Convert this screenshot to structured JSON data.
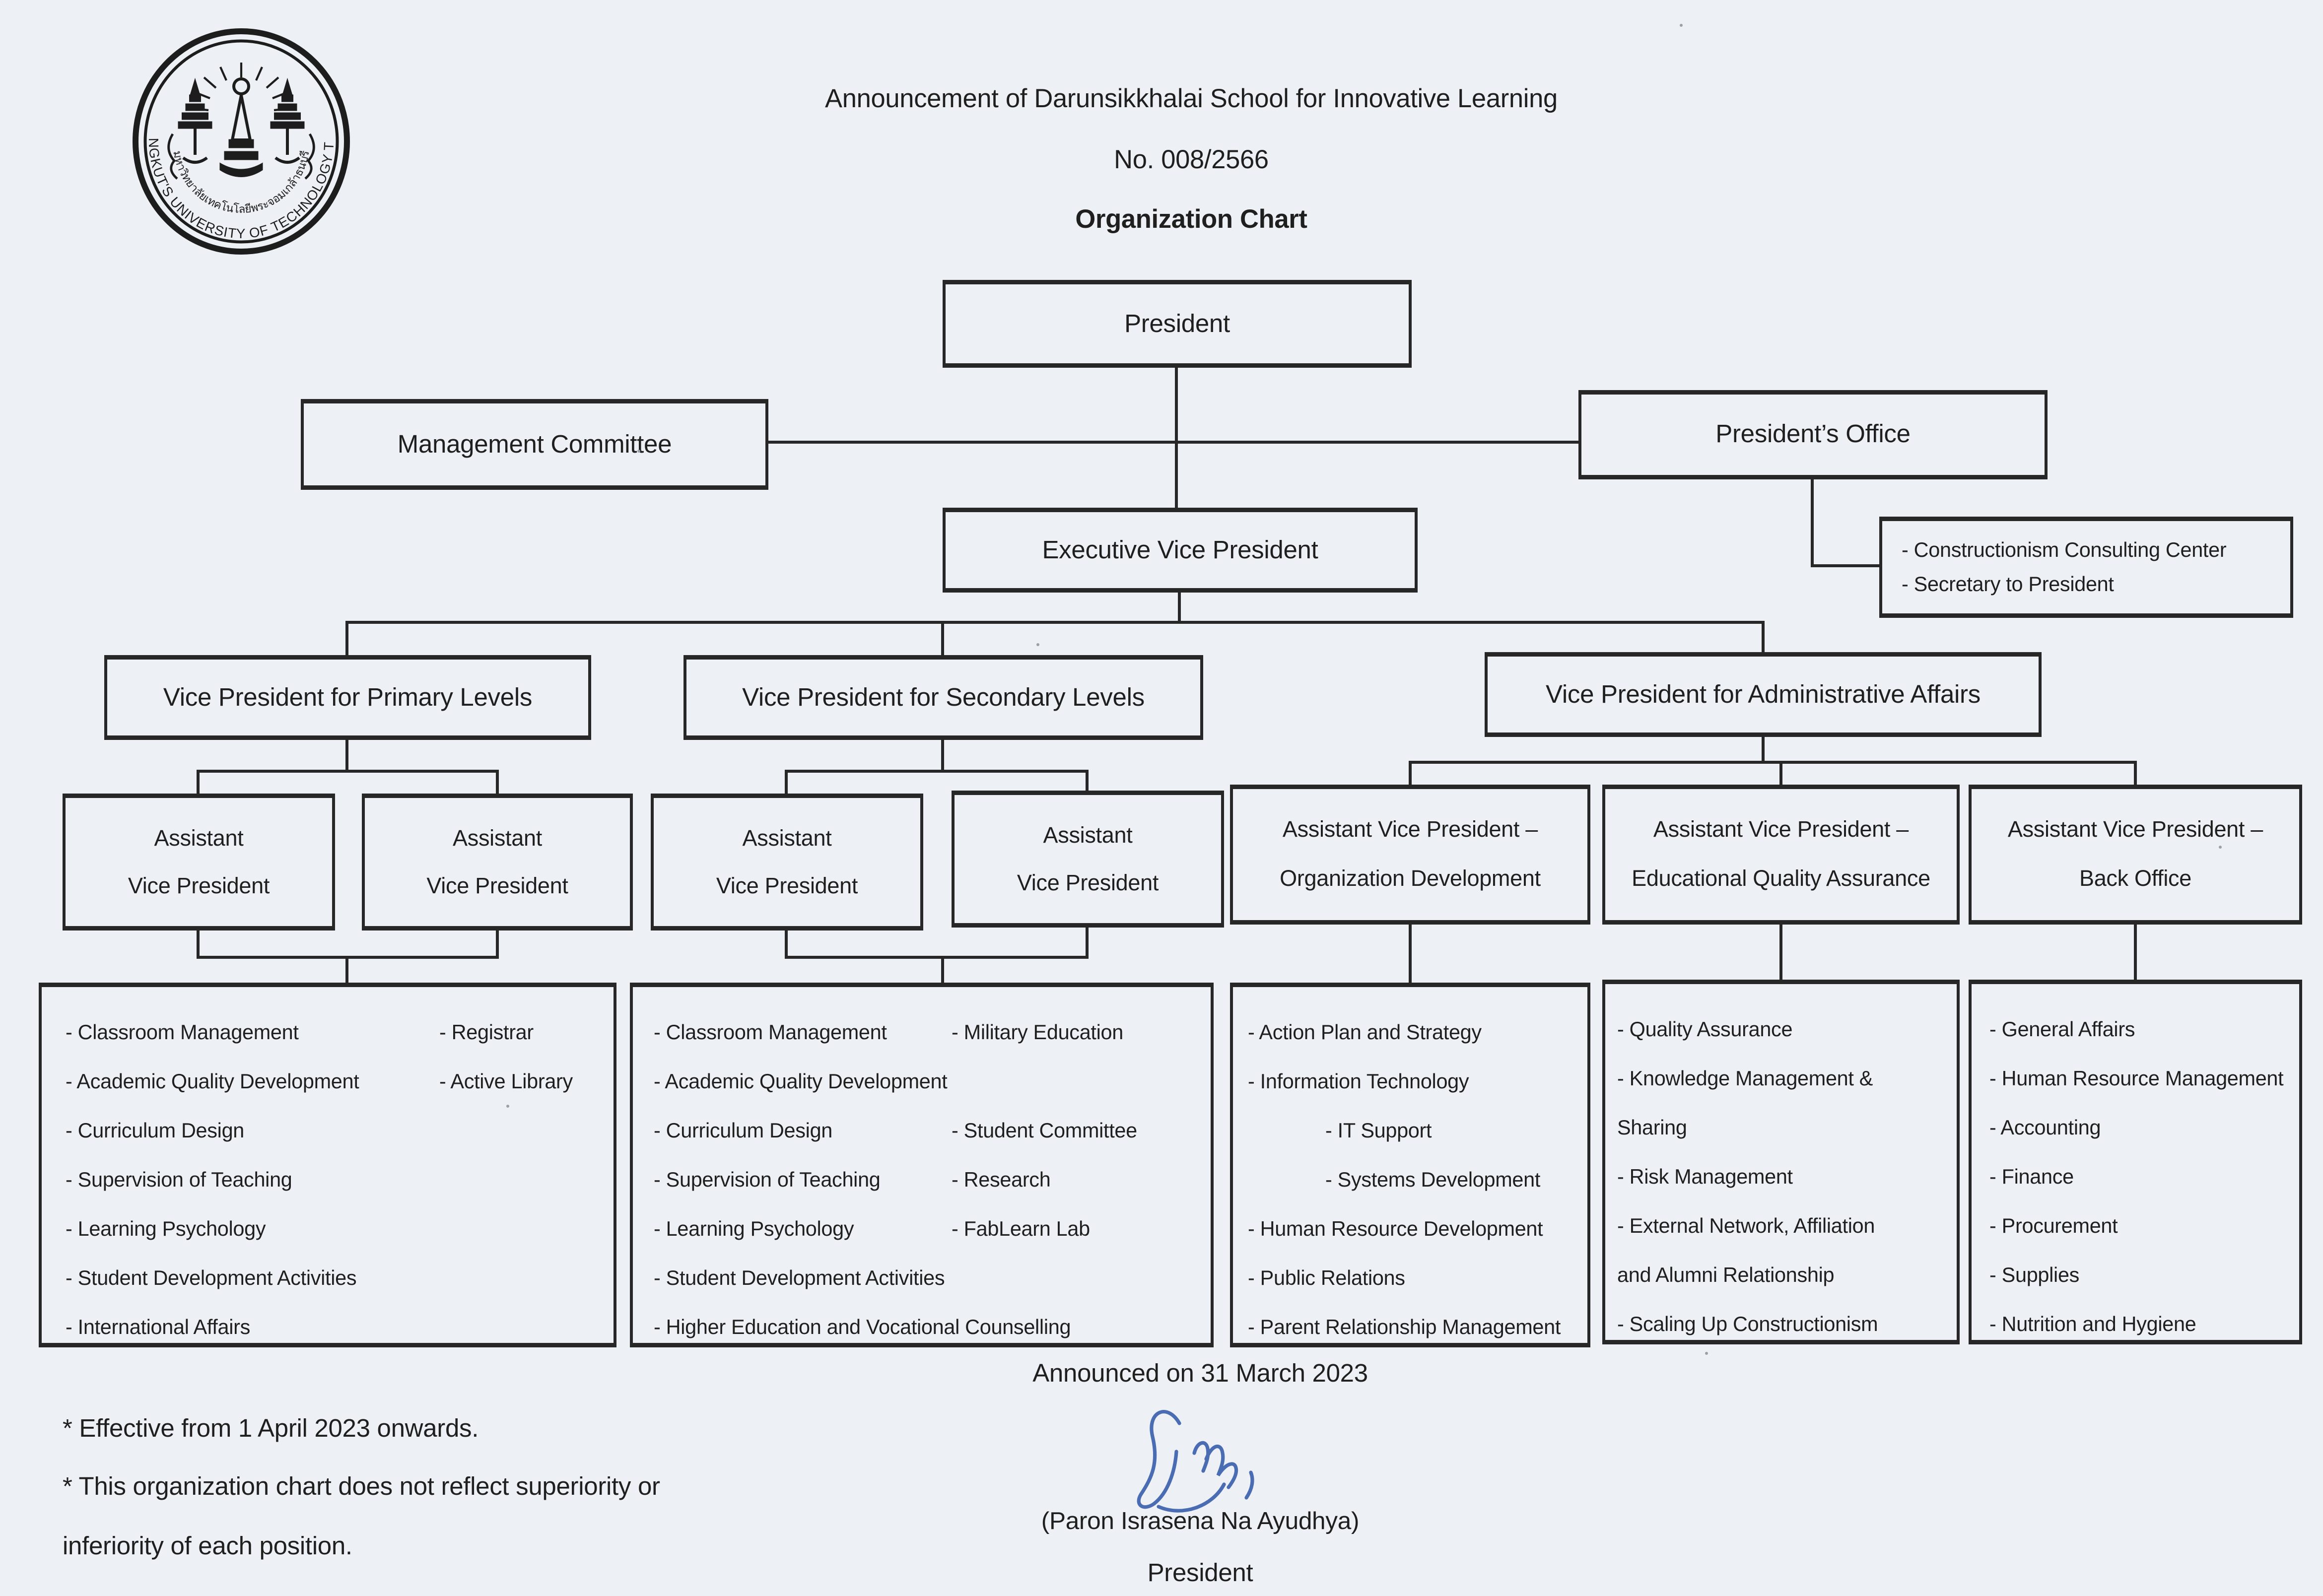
{
  "page": {
    "background": "#edf0f4",
    "ink": "#272727",
    "signature_color": "#4a6cb3"
  },
  "header": {
    "title": "Announcement of Darunsikkhalai School for Innovative Learning",
    "number": "No. 008/2566",
    "subtitle": "Organization Chart"
  },
  "logo": {
    "ring_text_en": "KING MONGKUT'S UNIVERSITY OF TECHNOLOGY THONBURI",
    "ring_text_th": "มหาวิทยาลัยเทคโนโลยีพระจอมเกล้าธนบุรี"
  },
  "boxes": {
    "president": "President",
    "management_committee": "Management Committee",
    "presidents_office": "President’s Office",
    "office_units": {
      "item1": "- Constructionism Consulting Center",
      "item2": "- Secretary to President"
    },
    "evp": "Executive Vice President",
    "vp_primary": "Vice President for Primary Levels",
    "vp_secondary": "Vice President for Secondary Levels",
    "vp_admin": "Vice President for Administrative Affairs",
    "assistant": {
      "line1": "Assistant",
      "line2": "Vice President"
    },
    "avp_org": {
      "line1": "Assistant Vice President –",
      "line2": "Organization Development"
    },
    "avp_eqa": {
      "line1": "Assistant Vice President –",
      "line2": "Educational Quality Assurance"
    },
    "avp_back": {
      "line1": "Assistant Vice President –",
      "line2": "Back Office"
    }
  },
  "lists": {
    "primary": {
      "rows": [
        {
          "left": "- Classroom Management",
          "right": "- Registrar"
        },
        {
          "left": "- Academic Quality Development",
          "right": "- Active Library"
        },
        {
          "left": "- Curriculum Design",
          "right": ""
        },
        {
          "left": "- Supervision of Teaching",
          "right": ""
        },
        {
          "left": "- Learning Psychology",
          "right": ""
        },
        {
          "left": "- Student Development Activities",
          "right": ""
        },
        {
          "left": "- International Affairs",
          "right": ""
        }
      ]
    },
    "secondary": {
      "rows": [
        {
          "left": "- Classroom Management",
          "right": "- Military Education"
        },
        {
          "left": "- Academic Quality Development",
          "right": ""
        },
        {
          "left": "- Curriculum Design",
          "right": "- Student Committee"
        },
        {
          "left": "- Supervision of Teaching",
          "right": "- Research"
        },
        {
          "left": "- Learning Psychology",
          "right": "- FabLearn Lab"
        },
        {
          "left": "- Student Development Activities",
          "right": ""
        },
        {
          "left": "- Higher Education and Vocational Counselling",
          "right": ""
        }
      ]
    },
    "org": {
      "items": [
        "- Action Plan and Strategy",
        "- Information Technology",
        "- IT Support",
        "- Systems Development",
        "- Human Resource Development",
        "- Public Relations",
        "- Parent Relationship Management"
      ]
    },
    "eqa": {
      "lines": [
        "- Quality Assurance",
        "- Knowledge Management &",
        "Sharing",
        "- Risk Management",
        "- External Network, Affiliation",
        "and Alumni Relationship",
        "- Scaling Up Constructionism"
      ]
    },
    "back": {
      "items": [
        "- General Affairs",
        "- Human Resource Management",
        "- Accounting",
        "- Finance",
        "- Procurement",
        "- Supplies",
        "- Nutrition and Hygiene"
      ]
    }
  },
  "footer": {
    "announced": "Announced on 31 March 2023",
    "signer": "(Paron Israsena Na Ayudhya)",
    "signer_title": "President",
    "note1": "* Effective from 1 April 2023 onwards.",
    "note2a": "* This organization chart does not reflect superiority or",
    "note2b": "inferiority of each position."
  }
}
